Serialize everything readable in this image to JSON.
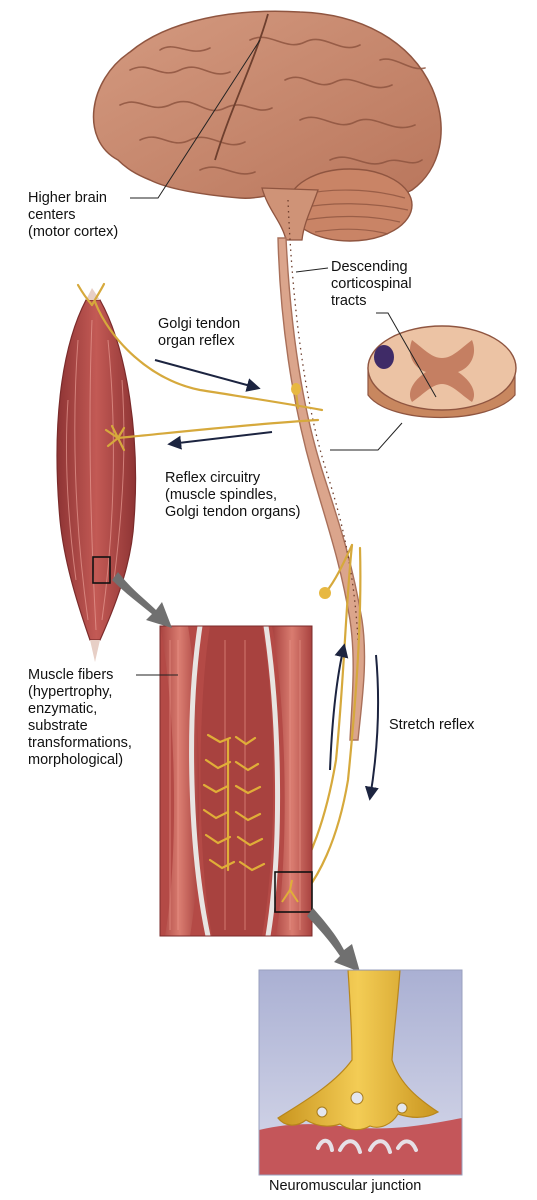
{
  "labels": {
    "higher_brain": "Higher brain\ncenters\n(motor cortex)",
    "descending": "Descending\ncorticospinal\ntracts",
    "golgi_reflex": "Golgi tendon\norgan reflex",
    "reflex_circuitry": "Reflex circuitry\n(muscle spindles,\nGolgi tendon organs)",
    "muscle_fibers": "Muscle fibers\n(hypertrophy,\nenzymatic,\nsubstrate\ntransformations,\nmorphological)",
    "stretch_reflex": "Stretch reflex",
    "nmj": "Neuromuscular junction"
  },
  "colors": {
    "brain": "#c98a6f",
    "brain_fold": "#8f5540",
    "spinal_cord": "#dba58c",
    "white_matter": "#ecc3a4",
    "gray_matter": "#c57f62",
    "tract_dot": "#3f2b67",
    "muscle": "#b04a48",
    "muscle_light": "#d9807a",
    "nerve": "#d6a93c",
    "nerve_light": "#efc95a",
    "arrow": "#1c2440",
    "pointer": "#6b6b6b",
    "nmj_bg": "#b9bedb",
    "nmj_muscle": "#c4565a",
    "nmj_terminal": "#e2b233"
  }
}
